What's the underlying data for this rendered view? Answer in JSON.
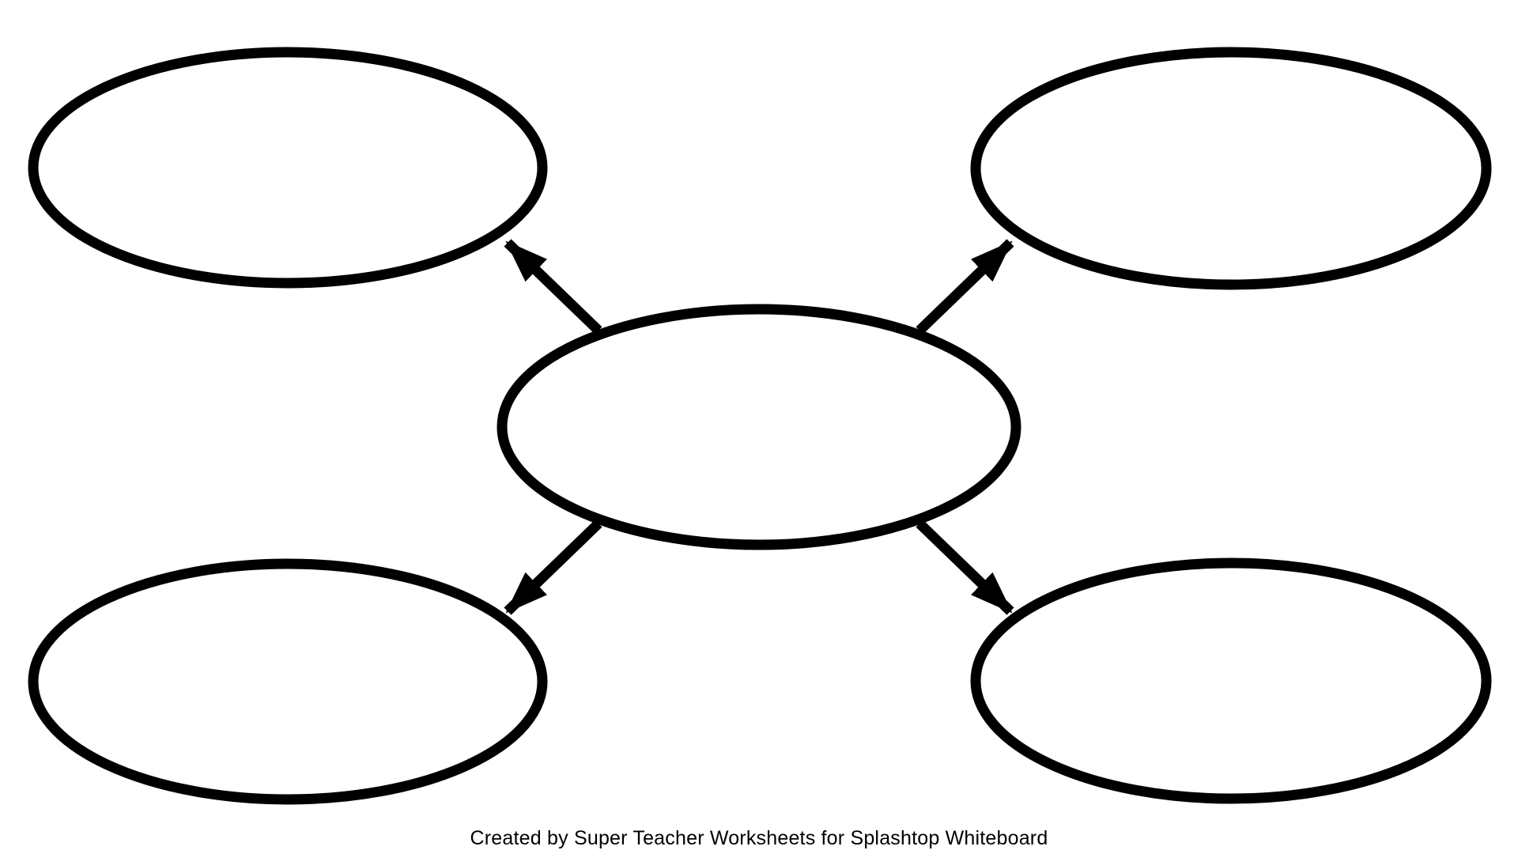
{
  "page": {
    "background": "#ffffff",
    "ink": "#000000"
  },
  "caption": "Created by Super Teacher Worksheets for Splashtop Whiteboard",
  "diagram": {
    "type": "web-graphic-organizer",
    "description": "Blank five-oval web organizer: one center oval with four arrows pointing outward to four corner ovals",
    "center_node": {
      "id": "center",
      "label": ""
    },
    "satellite_nodes": [
      {
        "id": "top-left",
        "position": "top-left",
        "label": ""
      },
      {
        "id": "top-right",
        "position": "top-right",
        "label": ""
      },
      {
        "id": "bottom-left",
        "position": "bottom-left",
        "label": ""
      },
      {
        "id": "bottom-right",
        "position": "bottom-right",
        "label": ""
      }
    ],
    "arrows": [
      {
        "from": "center",
        "to": "top-left"
      },
      {
        "from": "center",
        "to": "top-right"
      },
      {
        "from": "center",
        "to": "bottom-left"
      },
      {
        "from": "center",
        "to": "bottom-right"
      }
    ]
  }
}
